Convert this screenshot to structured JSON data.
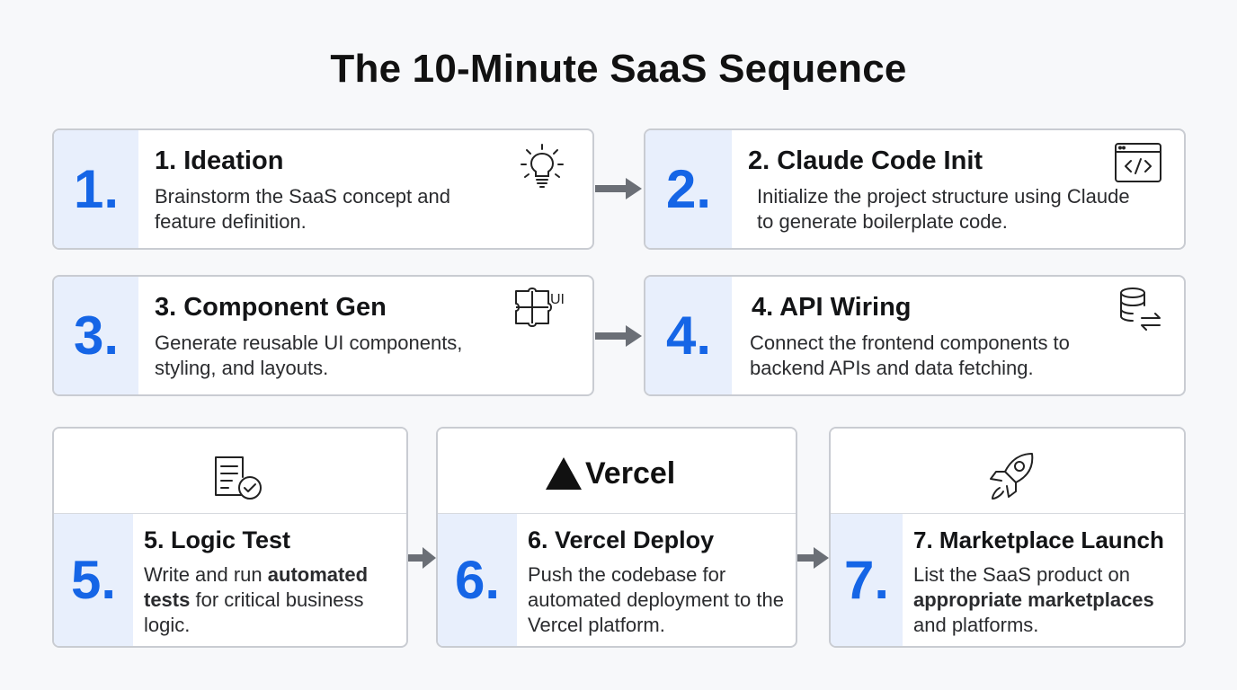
{
  "title": "The 10-Minute SaaS Sequence",
  "accent_color": "#1565e6",
  "steps": [
    {
      "num": "1.",
      "title": "1. Ideation",
      "desc": "Brainstorm the SaaS concept and feature definition.",
      "icon": "lightbulb-icon"
    },
    {
      "num": "2.",
      "title": "2. Claude Code Init",
      "desc": "Initialize the project structure using Claude to generate boilerplate code.",
      "icon": "code-window-icon"
    },
    {
      "num": "3.",
      "title": "3. Component Gen",
      "desc": "Generate reusable UI components, styling, and layouts.",
      "icon": "puzzle-ui-icon",
      "icon_label": "UI"
    },
    {
      "num": "4.",
      "title": "4. API Wiring",
      "desc": "Connect the frontend components to backend APIs and data fetching.",
      "icon": "database-sync-icon"
    },
    {
      "num": "5.",
      "title": "5. Logic Test",
      "desc_pre": "Write and run ",
      "desc_bold": "automated tests",
      "desc_post": " for critical business logic.",
      "icon": "document-check-icon"
    },
    {
      "num": "6.",
      "title": "6. Vercel Deploy",
      "desc": "Push the codebase for automated deployment to the Vercel platform.",
      "logo_text": "Vercel",
      "icon": "vercel-logo"
    },
    {
      "num": "7.",
      "title": "7. Marketplace Launch",
      "desc_pre": "List the SaaS product on ",
      "desc_bold": "appropriate marketplaces",
      "desc_post": " and platforms.",
      "icon": "rocket-icon"
    }
  ]
}
